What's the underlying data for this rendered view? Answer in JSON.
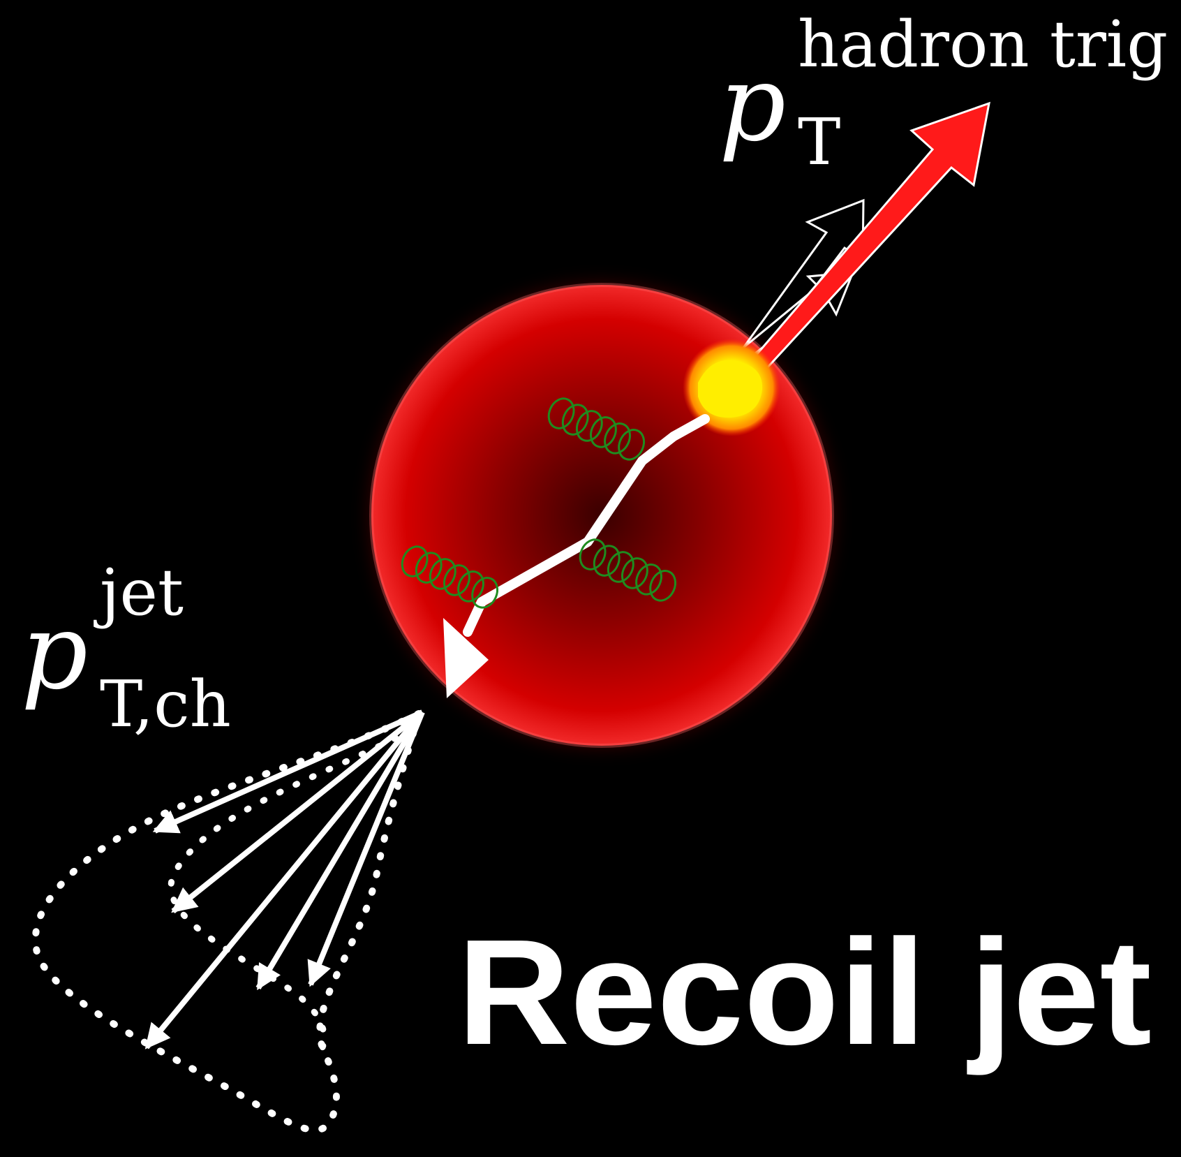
{
  "labels": {
    "trigger": {
      "base": "p",
      "superscript": "hadron trig",
      "subscript": "T"
    },
    "jet": {
      "base": "p",
      "superscript": "jet",
      "subscript": "T,ch"
    },
    "title": "Recoil jet"
  },
  "colors": {
    "background": "#000000",
    "medium": "#d40000",
    "medium_core": "#3a0000",
    "trigger_arrow": "#ff1a1a",
    "hotspot": "#ffee00",
    "gluon": "#1f8c1f",
    "jet_lines": "#ffffff"
  }
}
